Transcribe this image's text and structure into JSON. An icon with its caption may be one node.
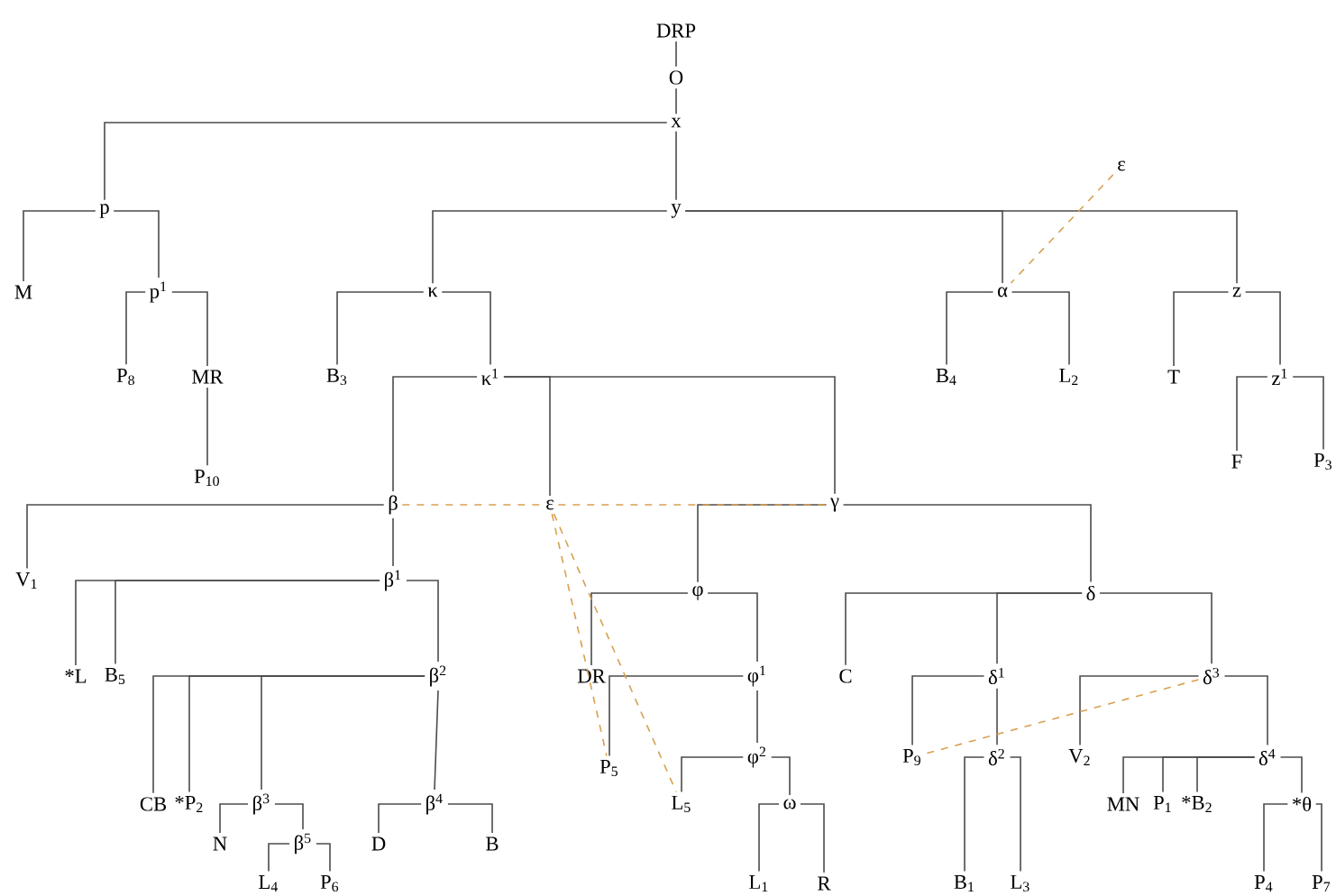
{
  "diagram": {
    "nodes": [
      {
        "text": [
          "DRP"
        ]
      },
      {
        "text": [
          "O"
        ]
      },
      {
        "text": [
          "x"
        ]
      },
      {
        "text": [
          "y"
        ]
      },
      {
        "text": [
          "p"
        ]
      },
      {
        "text": [
          "M"
        ]
      },
      {
        "text": [
          "p$^{1}$"
        ]
      },
      {
        "text": [
          "P$_{8}$"
        ]
      },
      {
        "text": [
          "MR"
        ]
      },
      {
        "text": [
          "P$_{10}$"
        ]
      },
      {
        "text": [
          "κ"
        ]
      },
      {
        "text": [
          "B$_{3}$"
        ]
      },
      {
        "text": [
          "κ$^{1}$"
        ]
      },
      {
        "text": [
          "β"
        ]
      },
      {
        "text": [
          "ε"
        ]
      },
      {
        "text": [
          "γ"
        ]
      },
      {
        "text": [
          "V$_{1}$"
        ]
      },
      {
        "text": [
          "β$^{1}$"
        ]
      },
      {
        "text": [
          "*L"
        ]
      },
      {
        "text": [
          "B$_{5}$"
        ]
      },
      {
        "text": [
          "β$^{2}$"
        ]
      },
      {
        "text": [
          "CB"
        ]
      },
      {
        "text": [
          "*P$_{2}$"
        ]
      },
      {
        "text": [
          "β$^{3}$"
        ]
      },
      {
        "text": [
          "N"
        ]
      },
      {
        "text": [
          "β$^{5}$"
        ]
      },
      {
        "text": [
          "L$_{4}$"
        ]
      },
      {
        "text": [
          "P$_{6}$"
        ]
      },
      {
        "text": [
          "β$^{4}$"
        ]
      },
      {
        "text": [
          "D"
        ]
      },
      {
        "text": [
          "B"
        ]
      },
      {
        "text": [
          "ε"
        ]
      },
      {
        "text": [
          "α"
        ]
      },
      {
        "text": [
          "B$_{4}$"
        ]
      },
      {
        "text": [
          "L$_{2}$"
        ]
      },
      {
        "text": [
          "z"
        ]
      },
      {
        "text": [
          "T"
        ]
      },
      {
        "text": [
          "z$^{1}$"
        ]
      },
      {
        "text": [
          "F"
        ]
      },
      {
        "text": [
          "P$_{3}$"
        ]
      },
      {
        "text": [
          "φ"
        ]
      },
      {
        "text": [
          "δ"
        ]
      },
      {
        "text": [
          "DR"
        ]
      },
      {
        "text": [
          "φ$^{1}$"
        ]
      },
      {
        "text": [
          "C"
        ]
      },
      {
        "text": [
          "δ$^{1}$"
        ]
      },
      {
        "text": [
          "δ$^{3}$"
        ]
      },
      {
        "text": [
          "P$_{5}$"
        ]
      },
      {
        "text": [
          "φ$^{2}$"
        ]
      },
      {
        "text": [
          "P$_{9}$"
        ]
      },
      {
        "text": [
          "δ$^{2}$"
        ]
      },
      {
        "text": [
          "V$_{2}$"
        ]
      },
      {
        "text": [
          "δ$^{4}$"
        ]
      },
      {
        "text": [
          "L$_{5}$"
        ]
      },
      {
        "text": [
          "ω"
        ]
      },
      {
        "text": [
          "MN"
        ]
      },
      {
        "text": [
          "P$_{1}$"
        ]
      },
      {
        "text": [
          "*B$_{2}$"
        ]
      },
      {
        "text": [
          "*θ"
        ]
      },
      {
        "text": [
          "L$_{1}$"
        ]
      },
      {
        "text": [
          "R"
        ]
      },
      {
        "text": [
          "B$_{1}$"
        ]
      },
      {
        "text": [
          "L$_{3}$"
        ]
      },
      {
        "text": [
          "P$_{4}$"
        ]
      },
      {
        "text": [
          "P$_{7}$"
        ]
      }
    ],
    "edges": [
      {
        "from": 0,
        "to": 1,
        "arrow": "none"
      },
      {
        "from": 1,
        "to": 2,
        "arrow": "none"
      },
      {
        "from": 2,
        "to": 3,
        "arrow": "none"
      },
      {
        "from": 2,
        "to": 4,
        "arrow": "none"
      },
      {
        "from": 3,
        "to": 10,
        "arrow": "none"
      },
      {
        "from": 3,
        "to": 32,
        "arrow": "none"
      },
      {
        "from": 3,
        "to": 35,
        "arrow": "none"
      },
      {
        "from": 4,
        "to": 5,
        "arrow": "none"
      },
      {
        "from": 4,
        "to": 6,
        "arrow": "none"
      },
      {
        "from": 6,
        "to": 7,
        "arrow": "none"
      },
      {
        "from": 6,
        "to": 8,
        "arrow": "none"
      },
      {
        "from": 8,
        "to": 9,
        "arrow": "none"
      },
      {
        "from": 10,
        "to": 11,
        "arrow": "none"
      },
      {
        "from": 10,
        "to": 12,
        "arrow": "none"
      },
      {
        "from": 12,
        "to": 13,
        "arrow": "none"
      },
      {
        "from": 12,
        "to": 14,
        "arrow": "none"
      },
      {
        "from": 12,
        "to": 15,
        "arrow": "none"
      },
      {
        "from": 13,
        "to": 16,
        "arrow": "none"
      },
      {
        "from": 13,
        "to": 17,
        "arrow": "none"
      },
      {
        "from": 17,
        "to": 18,
        "arrow": "none"
      },
      {
        "from": 17,
        "to": 19,
        "arrow": "none"
      },
      {
        "from": 17,
        "to": 20,
        "arrow": "none"
      },
      {
        "from": 20,
        "to": 21,
        "arrow": "none"
      },
      {
        "from": 20,
        "to": 22,
        "arrow": "none"
      },
      {
        "from": 20,
        "to": 23,
        "arrow": "none"
      },
      {
        "from": 20,
        "to": 28,
        "arrow": "none"
      },
      {
        "from": 23,
        "to": 24,
        "arrow": "none"
      },
      {
        "from": 23,
        "to": 25,
        "arrow": "none"
      },
      {
        "from": 25,
        "to": 26,
        "arrow": "none"
      },
      {
        "from": 25,
        "to": 27,
        "arrow": "none"
      },
      {
        "from": 28,
        "to": 29,
        "arrow": "none"
      },
      {
        "from": 28,
        "to": 30,
        "arrow": "none"
      },
      {
        "from": 32,
        "to": 33,
        "arrow": "none"
      },
      {
        "from": 32,
        "to": 34,
        "arrow": "none"
      },
      {
        "from": 35,
        "to": 36,
        "arrow": "none"
      },
      {
        "from": 35,
        "to": 37,
        "arrow": "none"
      },
      {
        "from": 37,
        "to": 38,
        "arrow": "none"
      },
      {
        "from": 37,
        "to": 39,
        "arrow": "none"
      },
      {
        "from": 15,
        "to": 40,
        "arrow": "none"
      },
      {
        "from": 15,
        "to": 41,
        "arrow": "none"
      },
      {
        "from": 40,
        "to": 42,
        "arrow": "none"
      },
      {
        "from": 40,
        "to": 43,
        "arrow": "none"
      },
      {
        "from": 43,
        "to": 47,
        "arrow": "none"
      },
      {
        "from": 43,
        "to": 48,
        "arrow": "none"
      },
      {
        "from": 48,
        "to": 53,
        "arrow": "none"
      },
      {
        "from": 48,
        "to": 54,
        "arrow": "none"
      },
      {
        "from": 54,
        "to": 59,
        "arrow": "none"
      },
      {
        "from": 54,
        "to": 60,
        "arrow": "none"
      },
      {
        "from": 41,
        "to": 44,
        "arrow": "none"
      },
      {
        "from": 41,
        "to": 45,
        "arrow": "none"
      },
      {
        "from": 41,
        "to": 46,
        "arrow": "none"
      },
      {
        "from": 45,
        "to": 49,
        "arrow": "none"
      },
      {
        "from": 45,
        "to": 50,
        "arrow": "none"
      },
      {
        "from": 50,
        "to": 61,
        "arrow": "none"
      },
      {
        "from": 50,
        "to": 62,
        "arrow": "none"
      },
      {
        "from": 46,
        "to": 51,
        "arrow": "none"
      },
      {
        "from": 46,
        "to": 52,
        "arrow": "none"
      },
      {
        "from": 52,
        "to": 55,
        "arrow": "none"
      },
      {
        "from": 52,
        "to": 56,
        "arrow": "none"
      },
      {
        "from": 52,
        "to": 57,
        "arrow": "none"
      },
      {
        "from": 52,
        "to": 58,
        "arrow": "none"
      },
      {
        "from": 58,
        "to": 63,
        "arrow": "none"
      },
      {
        "from": 58,
        "to": 64,
        "arrow": "none"
      },
      {
        "from": 13,
        "to": 14,
        "arrow": "none",
        "style": "dashed",
        "color": "#d9a050"
      },
      {
        "from": 14,
        "to": 15,
        "arrow": "none",
        "style": "dashed",
        "color": "#d9a050"
      },
      {
        "from": 31,
        "to": 32,
        "arrow": "none",
        "style": "dashed",
        "color": "#d9a050"
      },
      {
        "from": 14,
        "to": 47,
        "arrow": "none",
        "style": "dashed",
        "color": "#d9a050"
      },
      {
        "from": 14,
        "to": 53,
        "arrow": "none",
        "style": "dashed",
        "color": "#d9a050"
      },
      {
        "from": 46,
        "to": 49,
        "arrow": "none",
        "style": "dashed",
        "color": "#d9a050"
      }
    ]
  }
}
